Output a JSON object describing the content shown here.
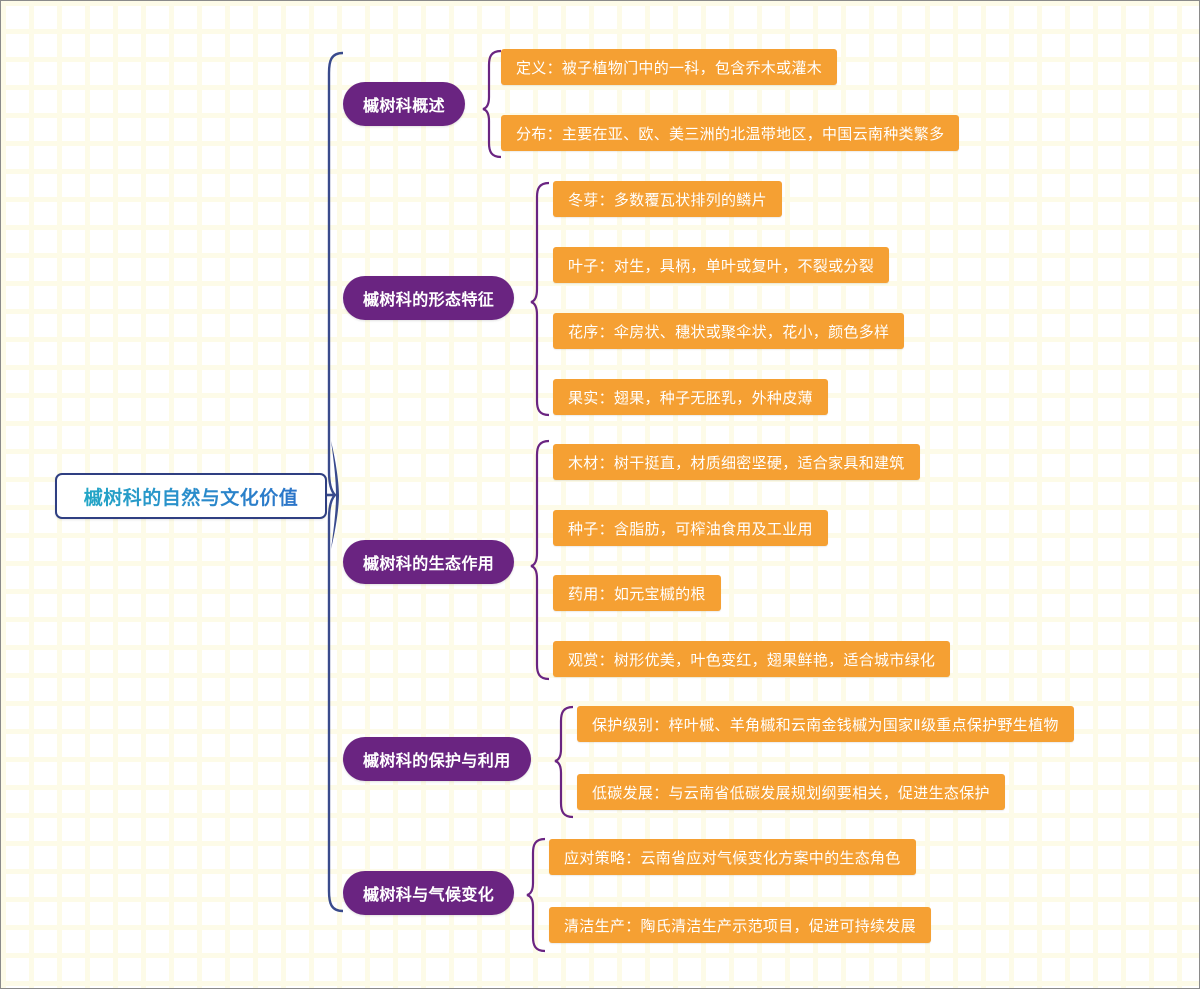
{
  "theme": {
    "background": "#ffffff",
    "grid_color": "#fdfbe8",
    "canvas_border": "#8a8a8a",
    "root_border": "#2f3f82",
    "root_text_from": "#23a6c6",
    "root_text_to": "#2b74c9",
    "branch_fill": "#6a2481",
    "leaf_fill": "#f5a033",
    "root_connector": "#394a8c",
    "branch_connector": "#6a2481"
  },
  "root": {
    "label": "槭树科的自然与文化价值"
  },
  "branches": [
    {
      "label": "槭树科概述",
      "children": [
        {
          "label": "定义：被子植物门中的一科，包含乔木或灌木"
        },
        {
          "label": "分布：主要在亚、欧、美三洲的北温带地区，中国云南种类繁多"
        }
      ]
    },
    {
      "label": "槭树科的形态特征",
      "children": [
        {
          "label": "冬芽：多数覆瓦状排列的鳞片"
        },
        {
          "label": "叶子：对生，具柄，单叶或复叶，不裂或分裂"
        },
        {
          "label": "花序：伞房状、穗状或聚伞状，花小，颜色多样"
        },
        {
          "label": "果实：翅果，种子无胚乳，外种皮薄"
        }
      ]
    },
    {
      "label": "槭树科的生态作用",
      "children": [
        {
          "label": "木材：树干挺直，材质细密坚硬，适合家具和建筑"
        },
        {
          "label": "种子：含脂肪，可榨油食用及工业用"
        },
        {
          "label": "药用：如元宝槭的根"
        },
        {
          "label": "观赏：树形优美，叶色变红，翅果鲜艳，适合城市绿化"
        }
      ]
    },
    {
      "label": "槭树科的保护与利用",
      "children": [
        {
          "label": "保护级别：梓叶槭、羊角槭和云南金钱槭为国家Ⅱ级重点保护野生植物"
        },
        {
          "label": "低碳发展：与云南省低碳发展规划纲要相关，促进生态保护"
        }
      ]
    },
    {
      "label": "槭树科与气候变化",
      "children": [
        {
          "label": "应对策略：云南省应对气候变化方案中的生态角色"
        },
        {
          "label": "清洁生产：陶氏清洁生产示范项目，促进可持续发展"
        }
      ]
    }
  ]
}
